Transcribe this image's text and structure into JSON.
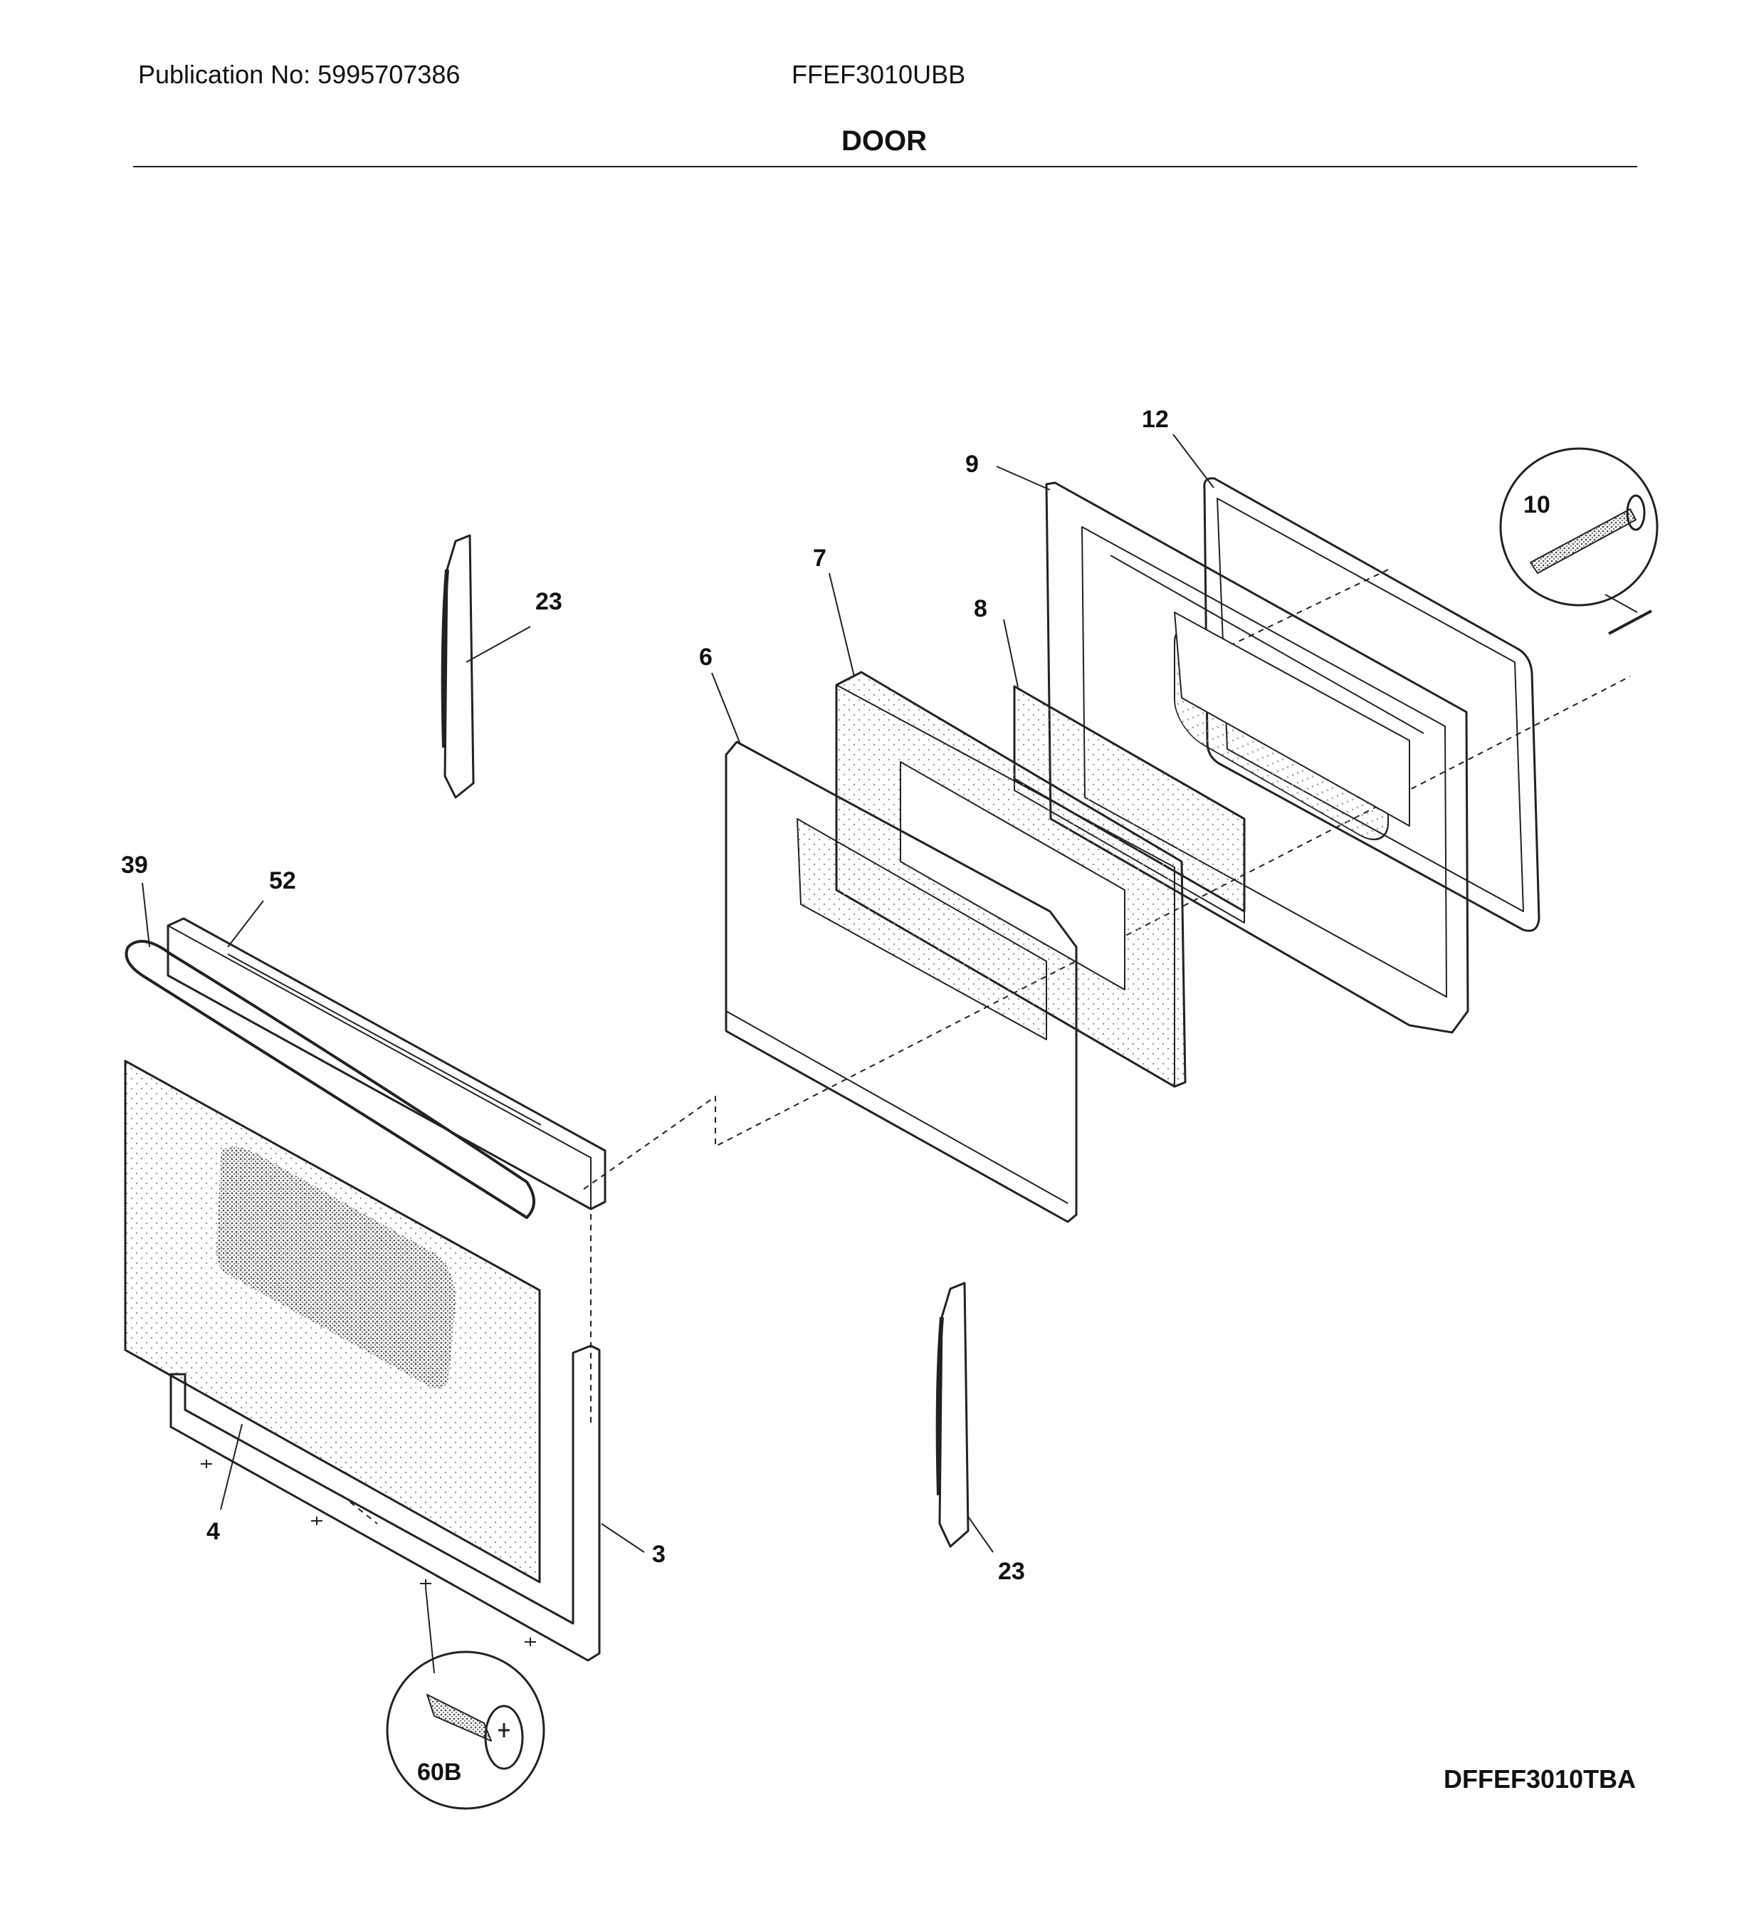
{
  "header": {
    "publication": "Publication No: 5995707386",
    "model": "FFEF3010UBB",
    "title": "DOOR"
  },
  "diagram_code": "DFFEF3010TBA",
  "callouts": [
    {
      "id": "callout-12",
      "label": "12"
    },
    {
      "id": "callout-9",
      "label": "9"
    },
    {
      "id": "callout-10",
      "label": "10"
    },
    {
      "id": "callout-7",
      "label": "7"
    },
    {
      "id": "callout-8",
      "label": "8"
    },
    {
      "id": "callout-23-top",
      "label": "23"
    },
    {
      "id": "callout-6",
      "label": "6"
    },
    {
      "id": "callout-39",
      "label": "39"
    },
    {
      "id": "callout-52",
      "label": "52"
    },
    {
      "id": "callout-4",
      "label": "4"
    },
    {
      "id": "callout-3",
      "label": "3"
    },
    {
      "id": "callout-23-bottom",
      "label": "23"
    },
    {
      "id": "callout-60B",
      "label": "60B"
    }
  ]
}
